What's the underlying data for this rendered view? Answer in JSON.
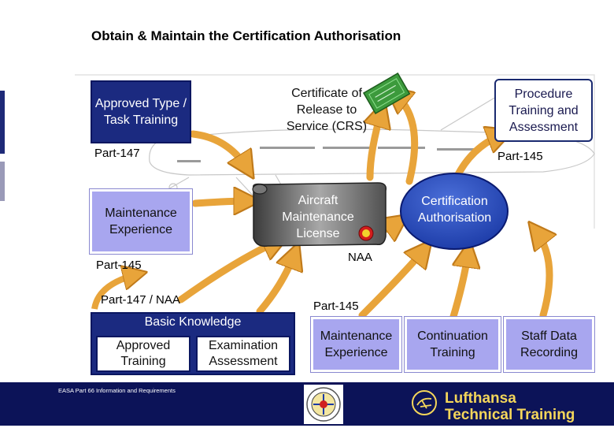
{
  "title": "Obtain & Maintain the Certification Authorisation",
  "boxes": {
    "approved_type": "Approved Type / Task Training",
    "crs": "Certificate of Release to Service (CRS)",
    "procedure": "Procedure Training and Assessment",
    "maint_exp": "Maintenance Experience",
    "aml": "Aircraft Maintenance License",
    "cert_auth": "Certification Authorisation",
    "basic_knowledge": "Basic Knowledge",
    "approved_training": "Approved Training",
    "exam": "Examination Assessment",
    "maint_exp2": "Maintenance Experience",
    "continuation": "Continuation Training",
    "staff_data": "Staff Data Recording"
  },
  "labels": {
    "part147_top": "Part-147",
    "part145_top": "Part-145",
    "part145_mid": "Part-145",
    "naa": "NAA",
    "part147_naa": "Part-147 / NAA",
    "part145_low": "Part-145"
  },
  "footer": {
    "text": "EASA Part 66 Information and Requirements",
    "brand_line1": "Lufthansa",
    "brand_line2": "Technical Training"
  },
  "colors": {
    "navy": "#1b2a80",
    "lavender": "#a8a6ef",
    "arrow": "#e8a43a",
    "footer": "#0c1358",
    "brand_yellow": "#f4d65a"
  }
}
